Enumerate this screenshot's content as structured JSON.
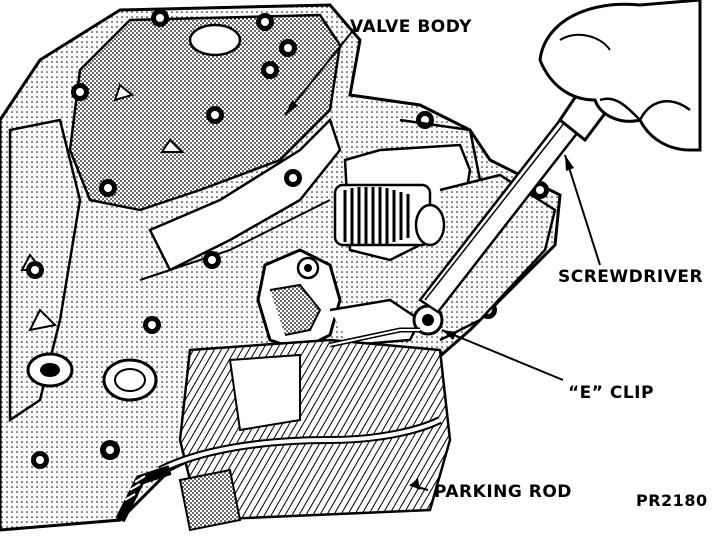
{
  "labels": {
    "valve_body": "VALVE BODY",
    "screwdriver": "SCREWDRIVER",
    "e_clip": "“E” CLIP",
    "parking_rod": "PARKING ROD",
    "figure_code": "PR2180"
  },
  "colors": {
    "ink": "#000000",
    "paper": "#ffffff",
    "shade": "#9a9a9a"
  }
}
